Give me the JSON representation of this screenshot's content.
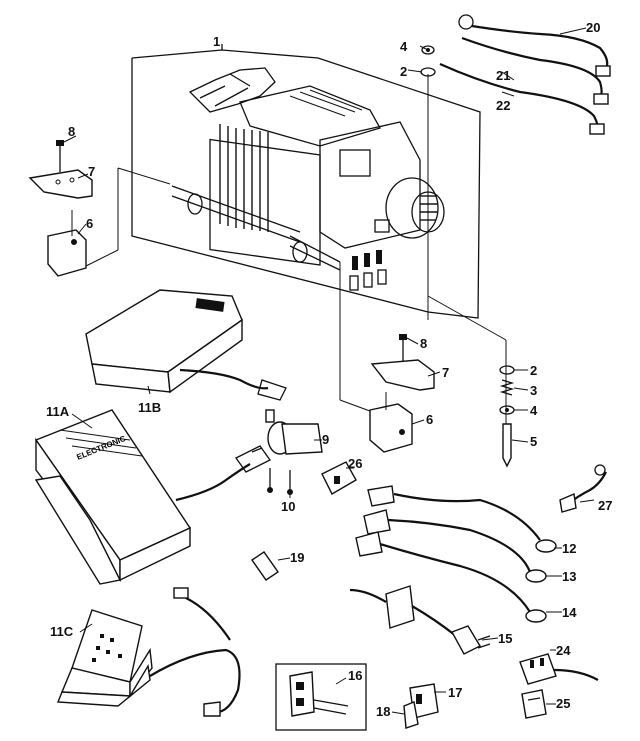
{
  "parts": [
    {
      "id": "p1",
      "label": "1",
      "name": "motor-assembly"
    },
    {
      "id": "p2a",
      "label": "2",
      "name": "spacer-top"
    },
    {
      "id": "p2b",
      "label": "2",
      "name": "spacer-lower"
    },
    {
      "id": "p3",
      "label": "3",
      "name": "spring"
    },
    {
      "id": "p4a",
      "label": "4",
      "name": "washer-top"
    },
    {
      "id": "p4b",
      "label": "4",
      "name": "washer-lower"
    },
    {
      "id": "p5",
      "label": "5",
      "name": "carbon-brush"
    },
    {
      "id": "p6a",
      "label": "6",
      "name": "brush-holder-left"
    },
    {
      "id": "p6b",
      "label": "6",
      "name": "brush-holder-right"
    },
    {
      "id": "p7a",
      "label": "7",
      "name": "bracket-left"
    },
    {
      "id": "p7b",
      "label": "7",
      "name": "bracket-right"
    },
    {
      "id": "p8a",
      "label": "8",
      "name": "screw-left"
    },
    {
      "id": "p8b",
      "label": "8",
      "name": "screw-right"
    },
    {
      "id": "p9",
      "label": "9",
      "name": "capacitor"
    },
    {
      "id": "p10",
      "label": "10",
      "name": "screws-capacitor"
    },
    {
      "id": "p11a",
      "label": "11A",
      "name": "foot-control-electronic"
    },
    {
      "id": "p11b",
      "label": "11B",
      "name": "foot-control-b"
    },
    {
      "id": "p11c",
      "label": "11C",
      "name": "foot-control-c"
    },
    {
      "id": "p12",
      "label": "12",
      "name": "lead-wire-12"
    },
    {
      "id": "p13",
      "label": "13",
      "name": "lead-wire-13"
    },
    {
      "id": "p14",
      "label": "14",
      "name": "lead-wire-14"
    },
    {
      "id": "p15",
      "label": "15",
      "name": "power-cord-15"
    },
    {
      "id": "p16",
      "label": "16",
      "name": "terminal-block"
    },
    {
      "id": "p17",
      "label": "17",
      "name": "connector-17"
    },
    {
      "id": "p18",
      "label": "18",
      "name": "connector-18"
    },
    {
      "id": "p19",
      "label": "19",
      "name": "wire-nut"
    },
    {
      "id": "p20",
      "label": "20",
      "name": "lead-wire-20"
    },
    {
      "id": "p21",
      "label": "21",
      "name": "lead-wire-21"
    },
    {
      "id": "p22",
      "label": "22",
      "name": "lead-wire-22"
    },
    {
      "id": "p24",
      "label": "24",
      "name": "plug-24"
    },
    {
      "id": "p25",
      "label": "25",
      "name": "plug-25"
    },
    {
      "id": "p26",
      "label": "26",
      "name": "switch-26"
    },
    {
      "id": "p27",
      "label": "27",
      "name": "lead-wire-27"
    }
  ],
  "pedal_text": "ELECTRONIC"
}
